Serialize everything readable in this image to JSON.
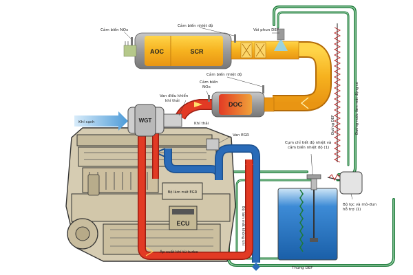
{
  "components": {
    "aoc": "AOC",
    "scr": "SCR",
    "doc": "DOC",
    "wgt": "WGT",
    "ecu": "ECU"
  },
  "labels": {
    "nox_sensor_left": "Cảm biến NOx",
    "temp_sensor_top": "Cảm biến nhiệt độ",
    "def_injector": "Vòi phun DEF",
    "temp_sensor_mid": "Cảm biến nhiệt độ",
    "nox_sensor_mid_1": "Cảm biến",
    "nox_sensor_mid_2": "NOx",
    "exhaust_valve_1": "Van điều khiển",
    "exhaust_valve_2": "khí thải",
    "exhaust_gas": "Khí thải",
    "clean_air": "Khí sạch",
    "egr_valve": "Van EGR",
    "egr_cooler": "Bộ làm mát EGR",
    "turbo_pressure": "Áp suất khí từ turbo",
    "cool_air": "Bộ làm mát không khí",
    "def_line": "Đường DEF",
    "coolant_line": "Đường nước làm mát động cơ",
    "sensor_group_1": "Cụm chỉ tiết độ nhiệt và",
    "sensor_group_2": "cảm biến nhiệt độ (1)",
    "filter_module_1": "Bộ lọc và mô-đun",
    "filter_module_2": "hỗ trợ (1)",
    "def_tank": "Thùng DEF"
  },
  "colors": {
    "exhaust_hot": "#e23a24",
    "exhaust_warm": "#f2a21e",
    "intake": "#2a6bb8",
    "coolant": "#1d7a3a",
    "def_tank": "#1e6fc4",
    "engine": "#d6ccb2"
  }
}
